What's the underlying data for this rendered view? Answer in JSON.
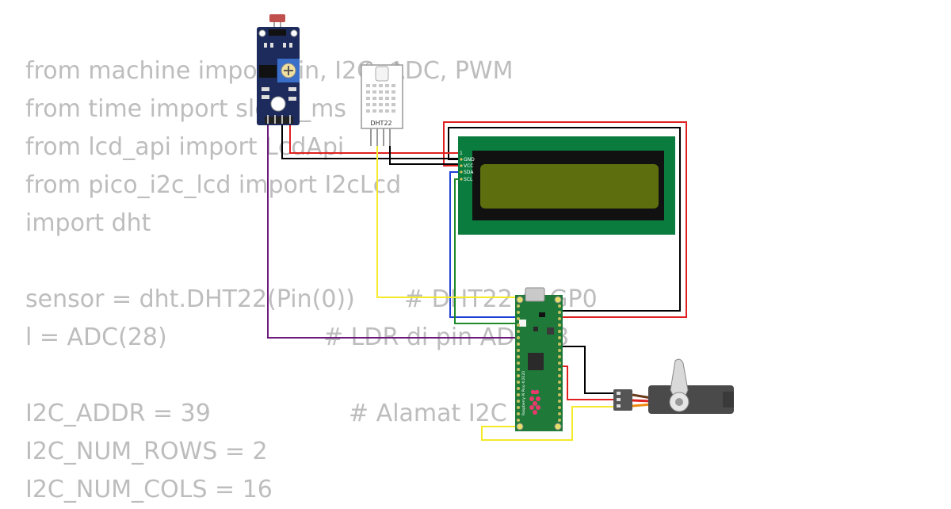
{
  "code_lines": [
    {
      "text": "from machine import Pin, I2C, ADC, PWM"
    },
    {
      "text": "from time import sleep_ms"
    },
    {
      "text": "from lcd_api import LcdApi"
    },
    {
      "text": "from pico_i2c_lcd import I2cLcd"
    },
    {
      "text": "import dht"
    },
    {
      "text": ""
    },
    {
      "text": "sensor = dht.DHT22(Pin(0))"
    },
    {
      "text": "l = ADC(28)"
    },
    {
      "text": ""
    },
    {
      "text": "I2C_ADDR = 39"
    },
    {
      "text": "I2C_NUM_ROWS = 2"
    },
    {
      "text": "I2C_NUM_COLS = 16"
    }
  ],
  "comments": [
    {
      "text": "# DHT22 di GP0"
    },
    {
      "text": "# LDR di pin ADC 28"
    },
    {
      "text": "# Alamat I2C"
    }
  ],
  "dht22": {
    "label": "DHT22"
  },
  "lcd": {
    "pins": [
      "1",
      "GND",
      "VCC",
      "SDA",
      "SCL"
    ],
    "colors": {
      "board": "#0a7c3e",
      "bezel": "#111111",
      "screen": "#5c6e0d"
    }
  },
  "pico": {
    "silkscreen": "Raspberry Pi Pico ©2020",
    "board_color": "#1f7a3a"
  },
  "wire_colors": {
    "gnd": "#000000",
    "vcc": "#e02020",
    "sda": "#1f3fd6",
    "scl": "#1f8a2a",
    "data": "#f4ea2a",
    "adc": "#6a1b7a"
  }
}
